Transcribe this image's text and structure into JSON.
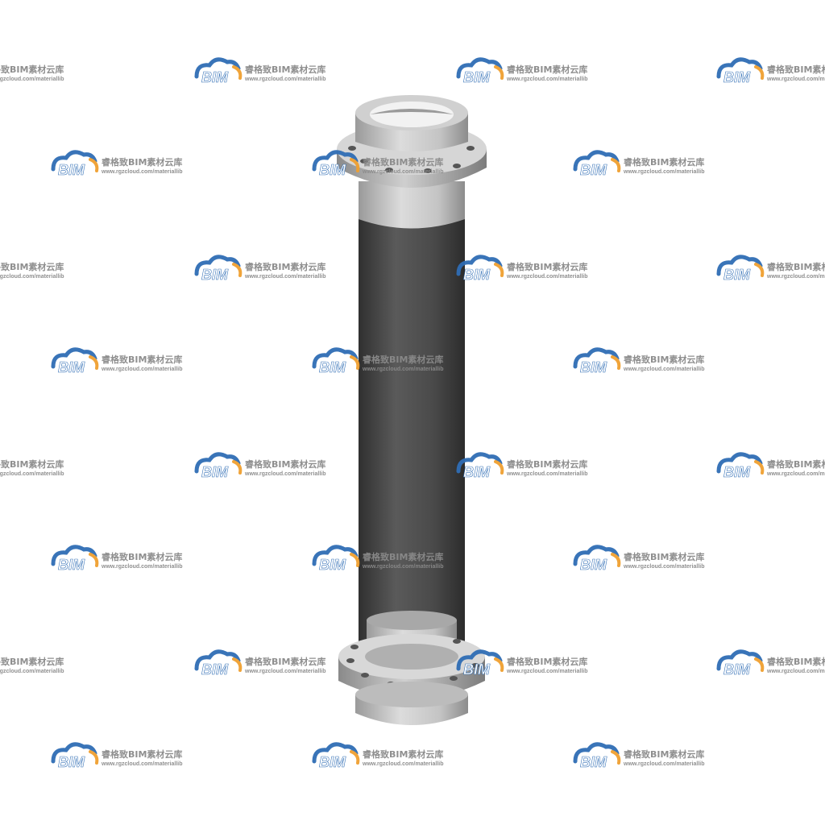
{
  "watermark": {
    "logo_text": "BIM",
    "title": "睿格致BIM素材云库",
    "url": "www.rgzcloud.com/materiallib",
    "cloud_color": "#2f6db5",
    "accent_color": "#f0a030"
  },
  "model": {
    "object": "flanged-pipe-spool",
    "body_color": "#4a4a4a",
    "metal_color": "#c8c8c8"
  }
}
